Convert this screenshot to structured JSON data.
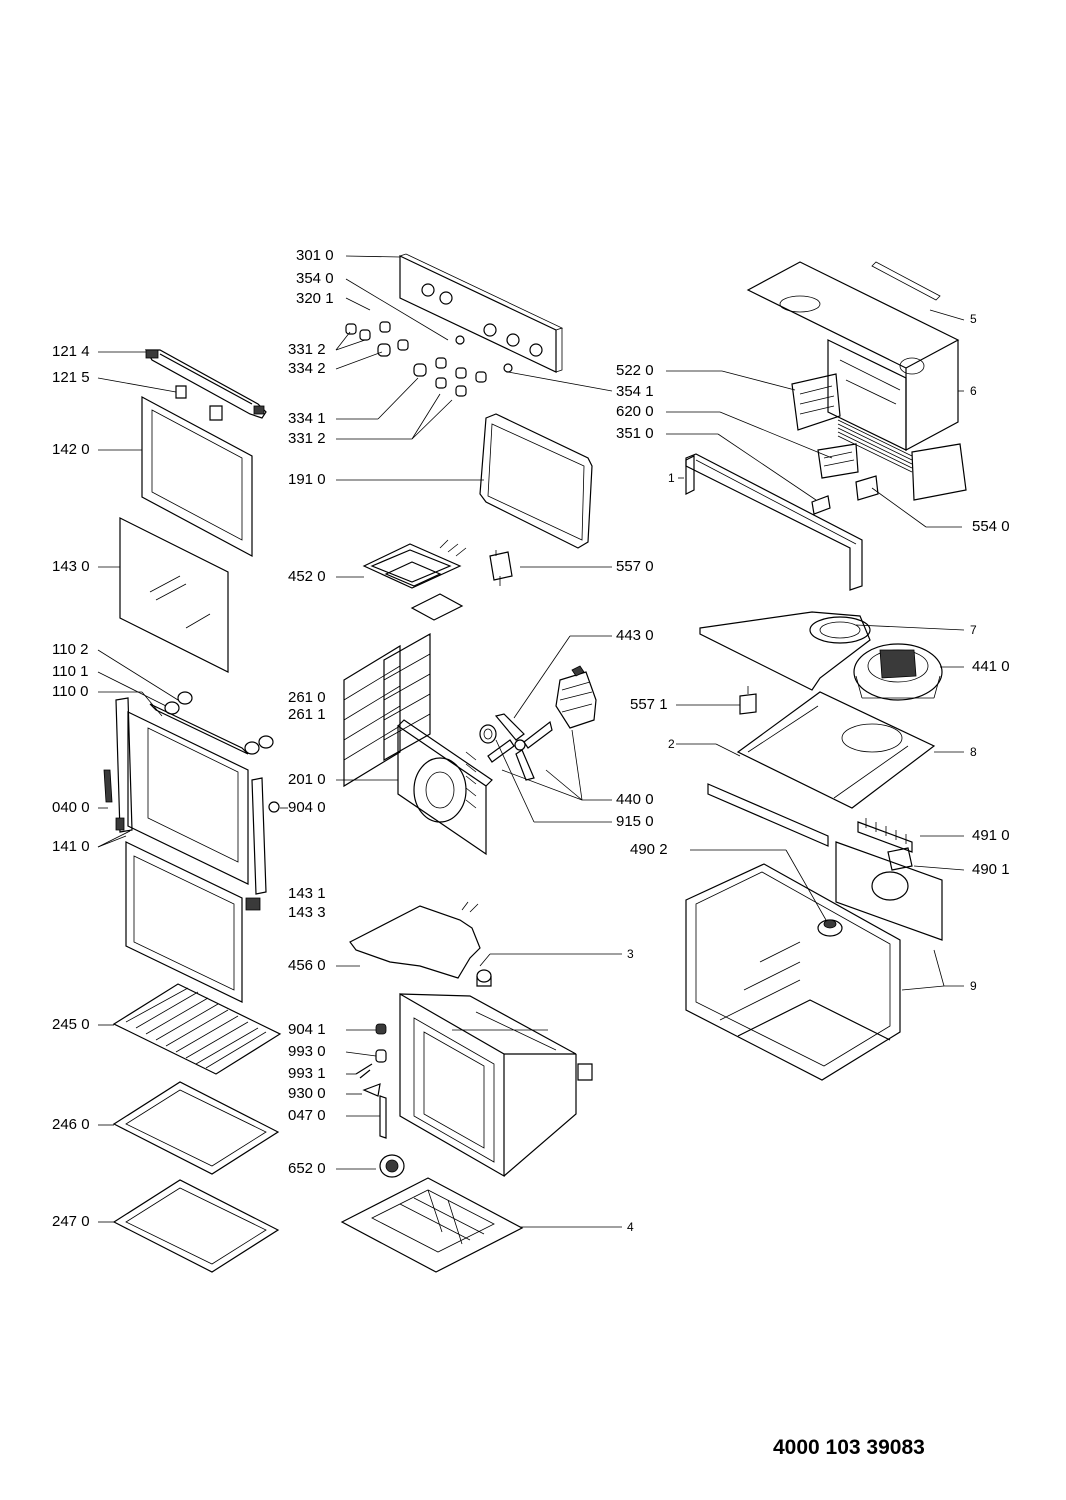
{
  "diagram": {
    "document_number": "4000 103 39083",
    "part_labels": [
      "301 0",
      "354 0",
      "320 1",
      "331 2",
      "334 2",
      "334 1",
      "331 2",
      "191 0",
      "452 0",
      "557 0",
      "121 4",
      "121 5",
      "142 0",
      "143 0",
      "110 2",
      "110 1",
      "110 0",
      "040 0",
      "141 0",
      "143 1",
      "143 3",
      "245 0",
      "246 0",
      "247 0",
      "261 0",
      "261 1",
      "201 0",
      "904 0",
      "456 0",
      "904 1",
      "993 0",
      "993 1",
      "930 0",
      "047 0",
      "652 0",
      "522 0",
      "354 1",
      "620 0",
      "351 0",
      "554 0",
      "443 0",
      "441 0",
      "557 1",
      "440 0",
      "915 0",
      "491 0",
      "490 2",
      "490 1"
    ],
    "callout_numbers": [
      "5",
      "6",
      "1",
      "7",
      "2",
      "8",
      "9",
      "3",
      "4"
    ]
  }
}
